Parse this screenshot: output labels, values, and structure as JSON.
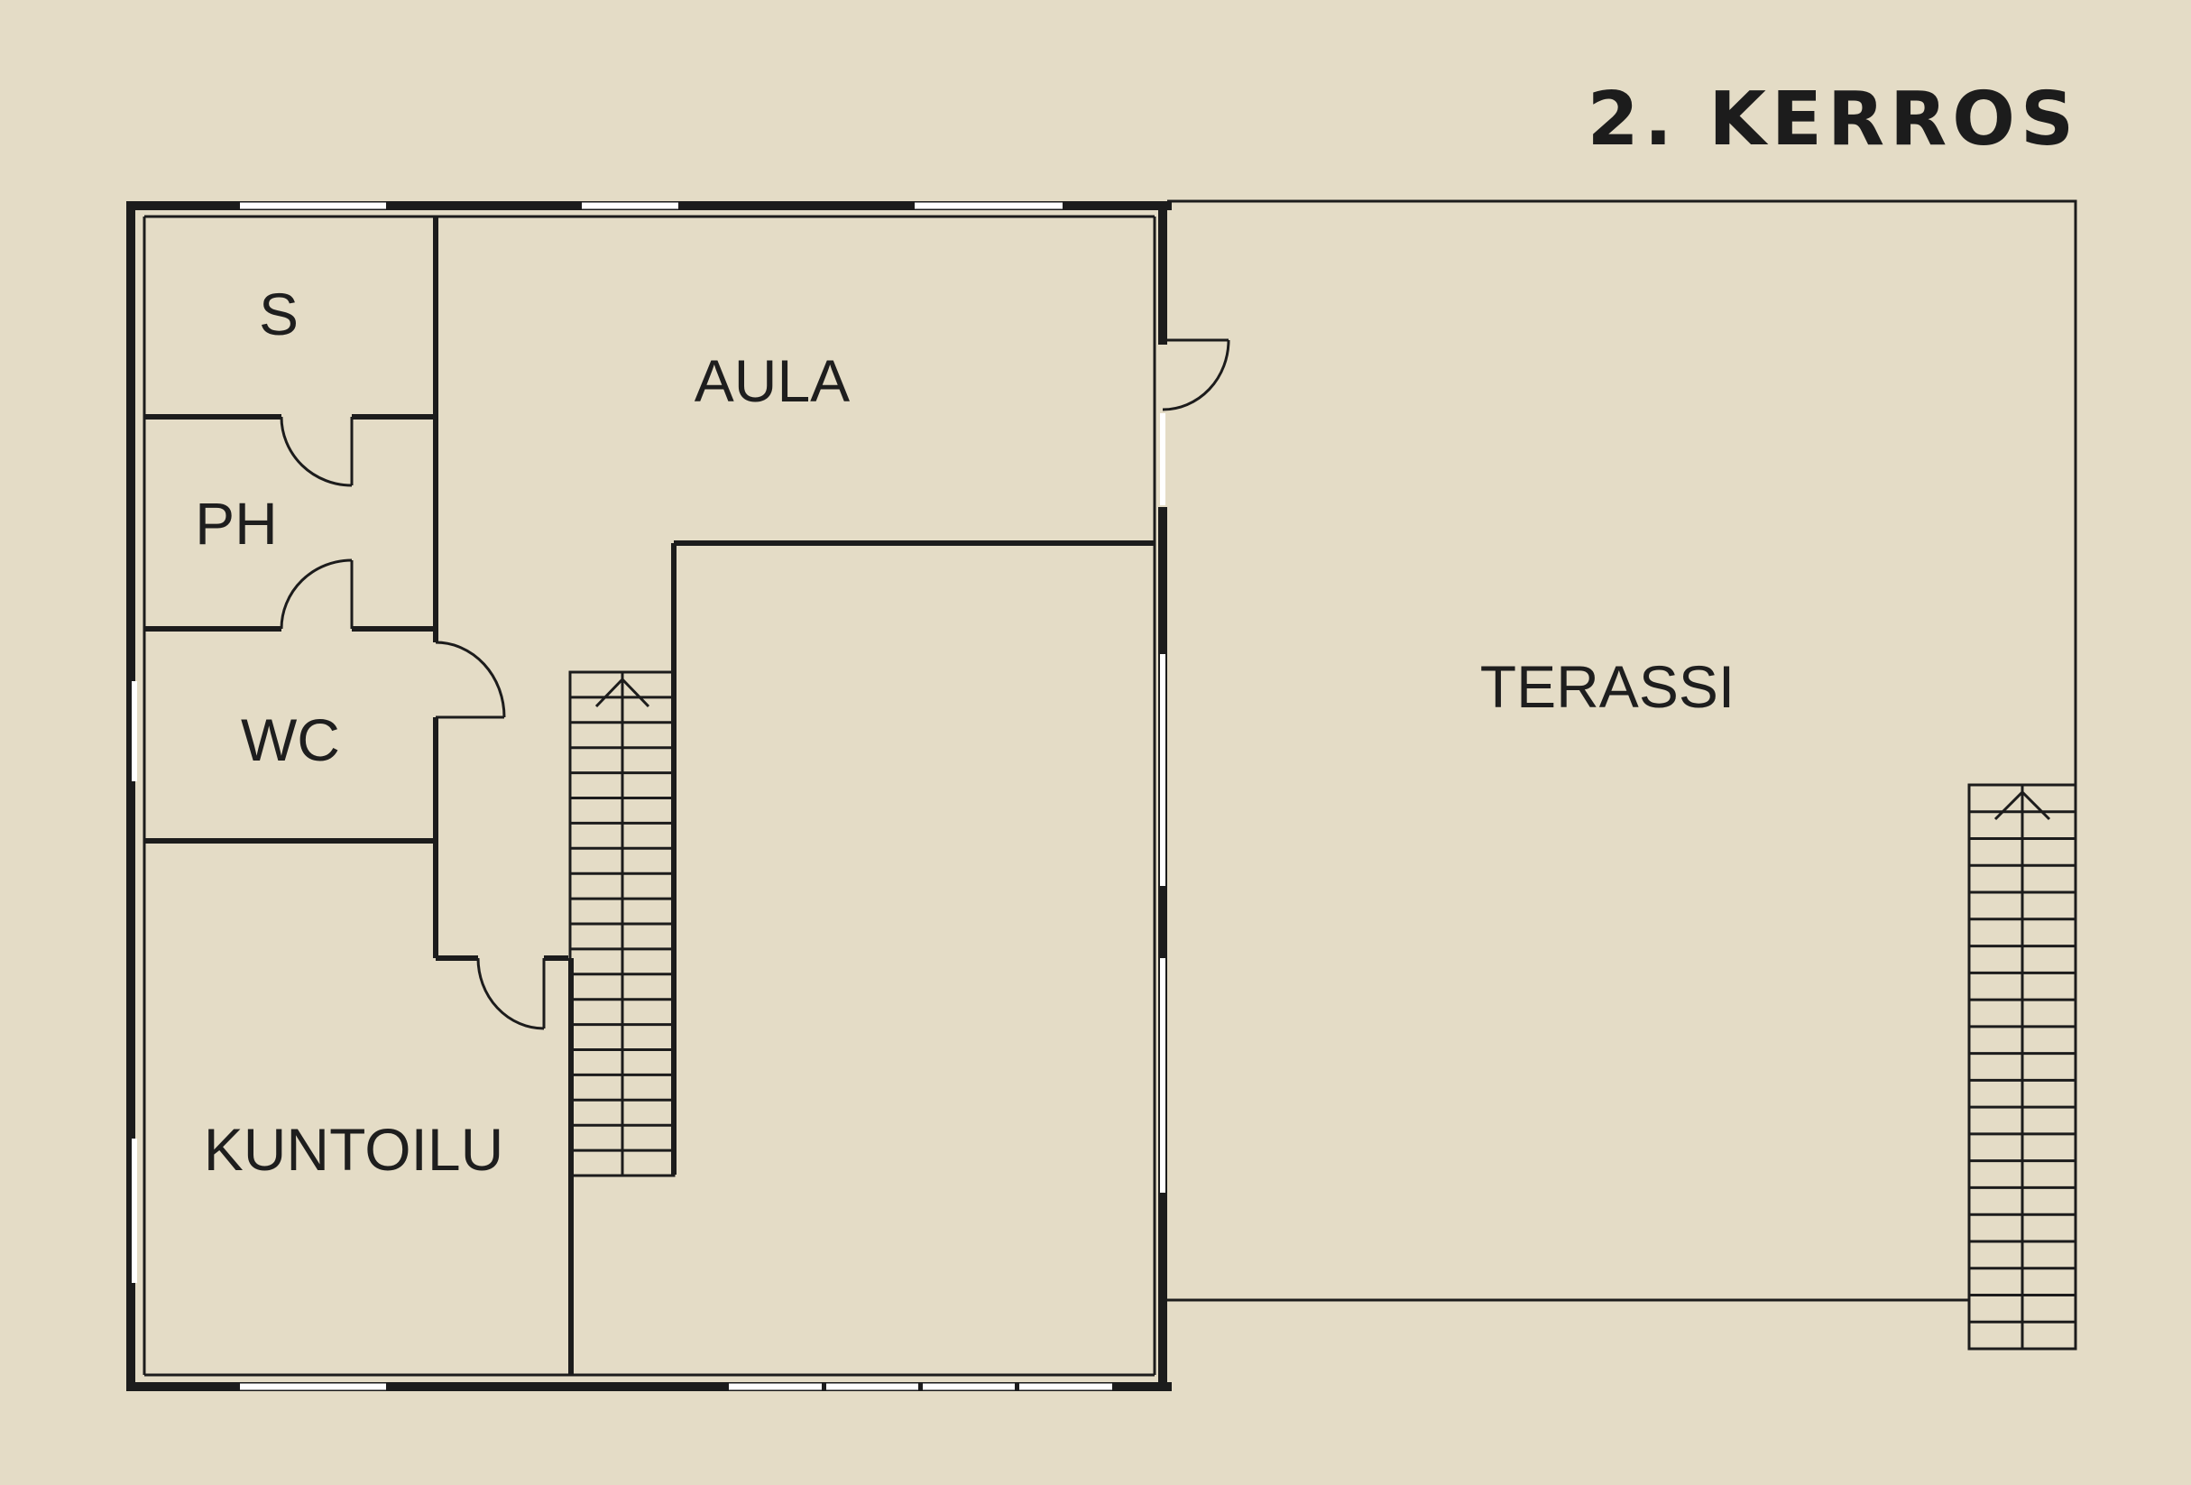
{
  "title": "2. KERROS",
  "rooms": {
    "s": "S",
    "aula": "AULA",
    "ph": "PH",
    "wc": "WC",
    "kuntoilu": "KUNTOILU",
    "terassi": "TERASSI"
  },
  "colors": {
    "background": "#e4dcc6",
    "walls": "#1c1c1c",
    "windows": "#ffffff"
  }
}
